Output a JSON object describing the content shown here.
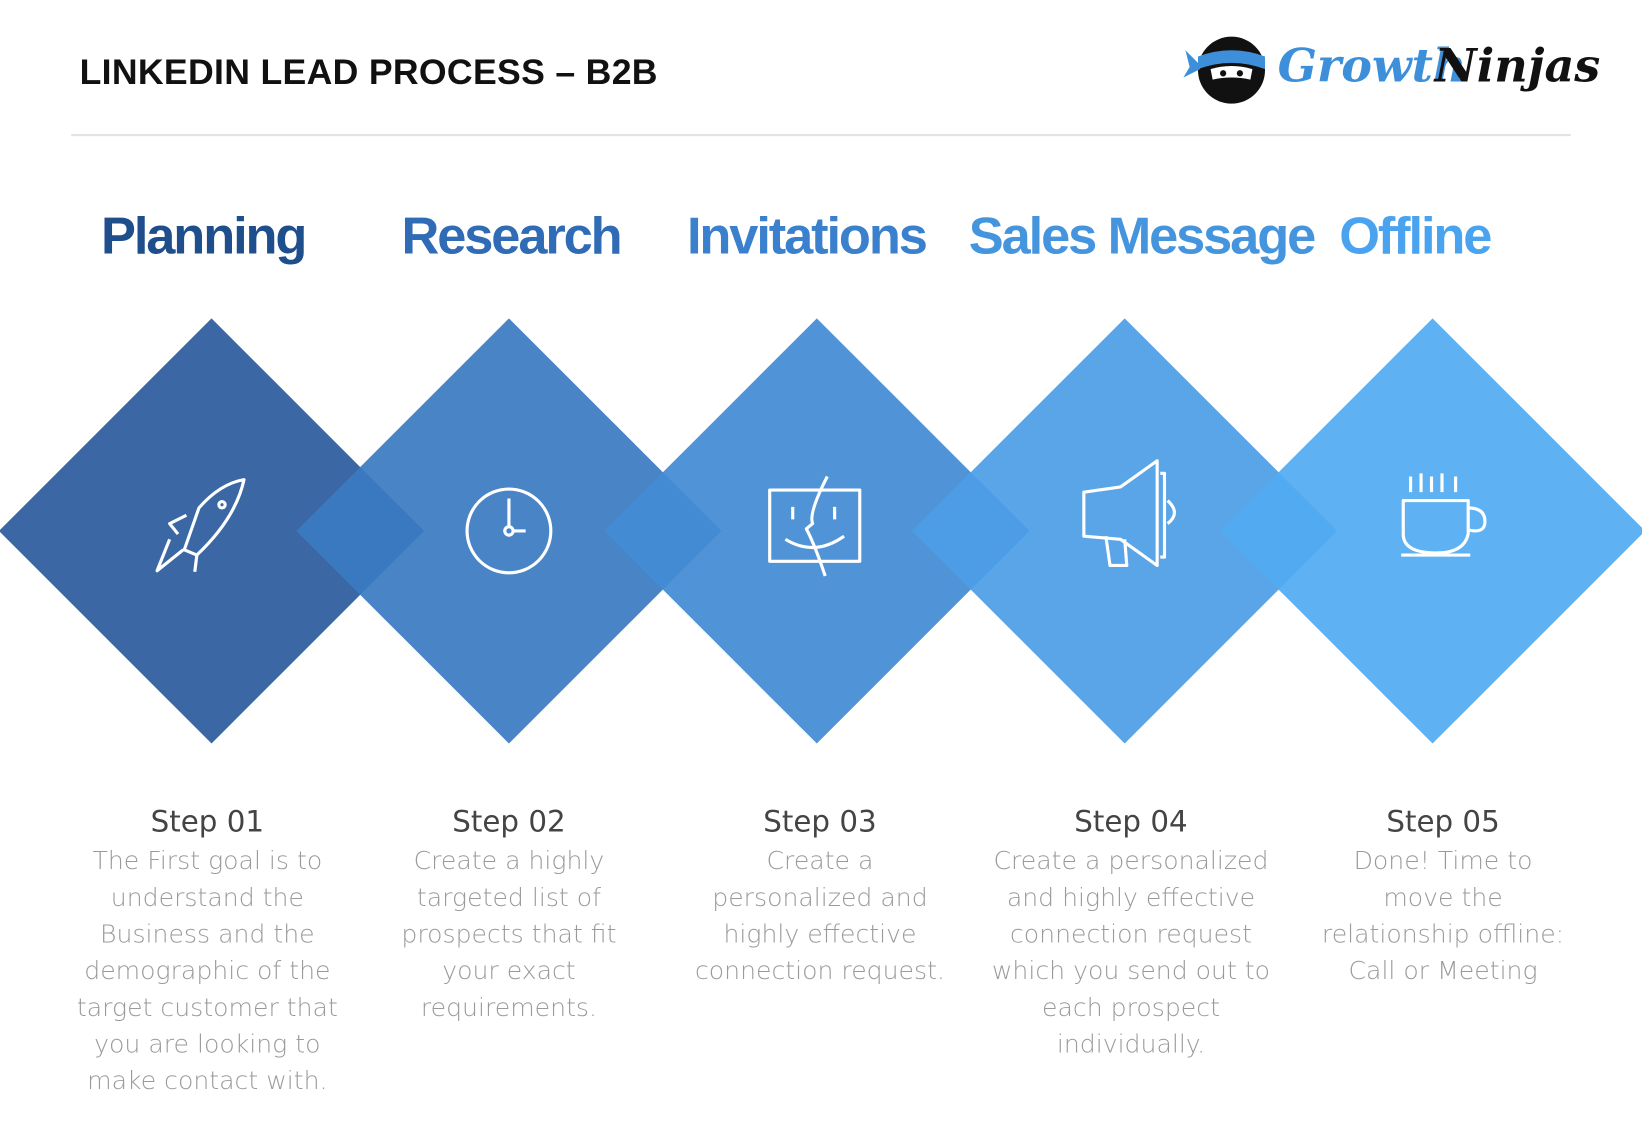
{
  "header": {
    "title": "LINKEDIN LEAD PROCESS – B2B",
    "logo_text_1": "Growth",
    "logo_text_2": "Ninjas"
  },
  "phases": [
    {
      "label": "Planning",
      "color": "#1f4e8c",
      "fill": "#2c5c9e",
      "icon": "rocket-icon",
      "step": "Step 01",
      "desc": "The First goal is to understand the Business and the demographic of the target customer that you are looking to make contact with."
    },
    {
      "label": "Research",
      "color": "#2f6cb5",
      "fill": "#3a7bc2",
      "icon": "clock-icon",
      "step": "Step 02",
      "desc": "Create a highly targeted list of prospects that fit your exact requirements."
    },
    {
      "label": "Invitations",
      "color": "#3a80cc",
      "fill": "#438cd4",
      "icon": "finder-face-icon",
      "step": "Step 03",
      "desc": "Create a personalized and highly effective connection request."
    },
    {
      "label": "Sales Message",
      "color": "#4595de",
      "fill": "#4c9ee6",
      "icon": "megaphone-icon",
      "step": "Step 04",
      "desc": "Create a personalized and highly effective connection request which you send out to each prospect individually."
    },
    {
      "label": "Offline",
      "color": "#4aa3ef",
      "fill": "#52acf2",
      "icon": "coffee-cup-icon",
      "step": "Step 05",
      "desc": "Done! Time to move the relationship offline: Call or Meeting"
    }
  ]
}
